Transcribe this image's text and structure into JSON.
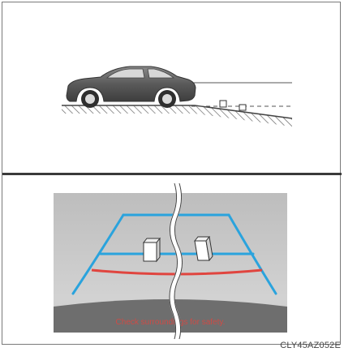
{
  "figure": {
    "code": "CLY45AZ052E",
    "screen_warning": "Check surroundings for safety.",
    "colors": {
      "frame": "#7a7a7a",
      "divider": "#3a3a3a",
      "guide_blue": "#2aa3dd",
      "guide_red": "#e0453f",
      "screen_bg": "#c9c9c9",
      "screen_bottom": "#6e6e6e",
      "car_body": "#5e5e5e"
    },
    "icons": [
      "vehicle-side-icon",
      "parking-guide-lines",
      "wavy-break-line"
    ]
  }
}
